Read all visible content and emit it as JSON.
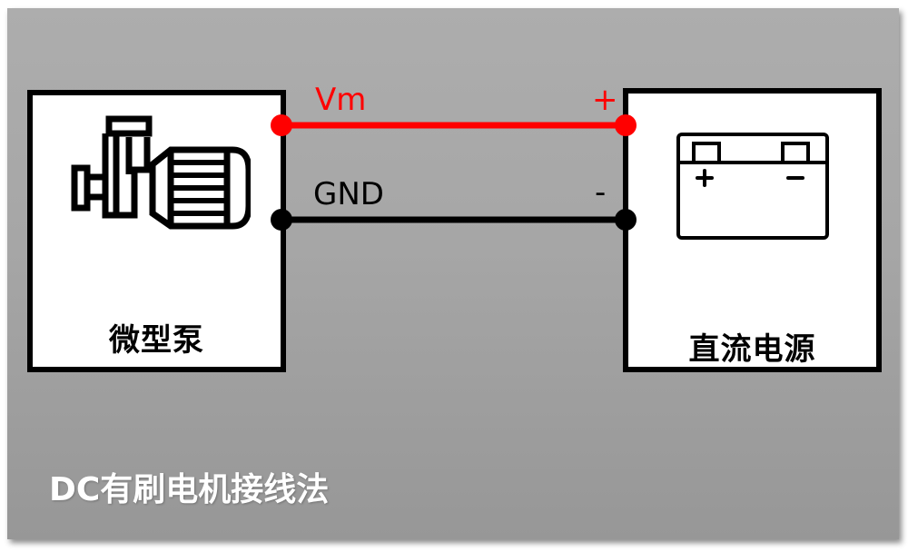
{
  "title": "DC有刷电机接线法",
  "colors": {
    "positive_wire": "#ff0000",
    "ground_wire": "#000000",
    "background": "#a8a8a8",
    "box_fill": "#ffffff",
    "title_text": "#ffffff"
  },
  "left_component": {
    "label": "微型泵",
    "icon": "pump-motor-icon"
  },
  "right_component": {
    "label": "直流电源",
    "icon": "battery-icon",
    "battery_terminals": [
      "+",
      "−"
    ]
  },
  "wires": [
    {
      "name": "Vm",
      "polarity_label": "+",
      "color": "#ff0000"
    },
    {
      "name": "GND",
      "polarity_label": "-",
      "color": "#000000"
    }
  ]
}
